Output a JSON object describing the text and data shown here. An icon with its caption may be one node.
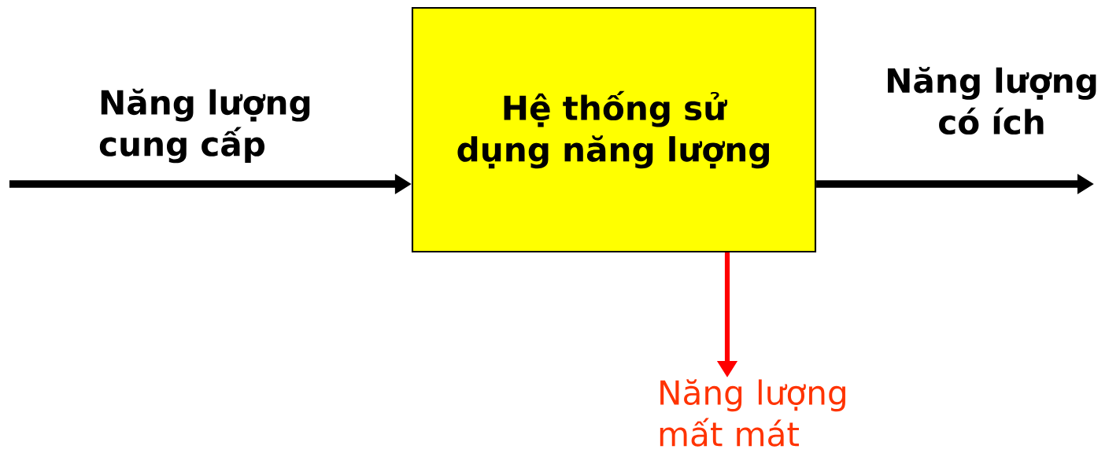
{
  "diagram": {
    "nodes": [
      {
        "text": [
          "Hệ thống sử dụng năng lượng"
        ]
      },
      {
        "text": [
          "Năng lượng mất mát"
        ]
      }
    ],
    "edges": [
      {
        "from": null,
        "to": 0,
        "arrow": "to",
        "label": "Năng lượng cung cấp"
      },
      {
        "from": 0,
        "to": null,
        "arrow": "to",
        "label": "Năng lượng có ích"
      },
      {
        "from": 0,
        "to": 1,
        "arrow": "to",
        "color": "#ff0000"
      }
    ]
  }
}
